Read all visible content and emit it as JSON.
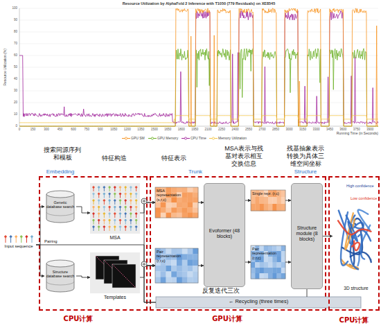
{
  "diagram": {
    "nodes": [
      {
        "text": [
          "Input sequence"
        ]
      },
      {
        "text": [
          "CPU计算"
        ]
      },
      {
        "text": [
          "Genetic database search"
        ],
        "in": 1
      },
      {
        "text": [
          "MSA"
        ],
        "in": 1
      },
      {
        "text": [
          "Structure database search"
        ],
        "in": 1
      },
      {
        "text": [
          "Templates"
        ],
        "in": 1
      },
      {
        "text": [
          "GPU计算"
        ]
      },
      {
        "text": [
          "MSA representation (s,r,c)"
        ],
        "in": 6
      },
      {
        "text": [
          "Pair representation (r,r,c)"
        ],
        "in": 6
      },
      {
        "text": [
          "Evoformer (48 blocks)"
        ],
        "in": 6
      },
      {
        "text": [
          "Single repr. (r,c)"
        ],
        "in": 6
      },
      {
        "text": [
          "Pair representation (r,r,c)"
        ],
        "in": 6
      },
      {
        "text": [
          "Structure module (8 blocks)"
        ],
        "in": 6
      },
      {
        "text": [
          "← Recycling (three times)"
        ]
      },
      {
        "text": [
          "CPU计算"
        ]
      },
      {
        "text": [
          "3D structure"
        ],
        "in": 14
      }
    ],
    "edges": [
      {
        "from": 0,
        "to": 2,
        "arrow": "to"
      },
      {
        "from": 0,
        "to": 4,
        "arrow": "to"
      },
      {
        "from": 0,
        "to": 8,
        "label": "Pairing",
        "arrow": "to"
      },
      {
        "from": 2,
        "to": 3,
        "arrow": "to"
      },
      {
        "from": 4,
        "to": 5,
        "arrow": "to"
      },
      {
        "from": 3,
        "to": 7,
        "arrow": "to"
      },
      {
        "from": 5,
        "to": 8,
        "arrow": "to"
      },
      {
        "from": 7,
        "to": 9,
        "arrow": "to"
      },
      {
        "from": 8,
        "to": 9,
        "arrow": "to"
      },
      {
        "from": 9,
        "to": 10,
        "arrow": "to"
      },
      {
        "from": 9,
        "to": 11,
        "arrow": "to"
      },
      {
        "from": 10,
        "to": 12,
        "arrow": "to"
      },
      {
        "from": 11,
        "to": 12,
        "arrow": "to"
      },
      {
        "from": 12,
        "to": 15,
        "arrow": "to"
      },
      {
        "from": 12,
        "to": 13,
        "arrow": "none"
      },
      {
        "from": 13,
        "to": 7,
        "arrow": "to"
      },
      {
        "from": 13,
        "to": 8,
        "arrow": "to"
      }
    ],
    "labels": [
      "Resource Utilization by AlphaFold 2 Inference with T1050 (779 Residuals) on XE8545",
      "Resource Utilization (%)",
      "0",
      "10",
      "20",
      "30",
      "40",
      "50",
      "60",
      "70",
      "80",
      "90",
      "100",
      "0",
      "150",
      "300",
      "450",
      "600",
      "750",
      "900",
      "1050",
      "1200",
      "1350",
      "1500",
      "1650",
      "1800",
      "1950",
      "2100",
      "2250",
      "2400",
      "2550",
      "2700",
      "2850",
      "3000",
      "3150",
      "3300",
      "3450",
      "3600",
      "3750",
      "3900",
      "Running Time (in Seconds)",
      "搜索同源序列和模板",
      "特征构造",
      "特征表示",
      "MSA表示与残基对表示相互交换信息",
      "残基抽象表示转换为具体三维空间坐标",
      "Embedding",
      "Trunk",
      "Structure",
      "反复迭代三次",
      "High confidence",
      "Low confidence"
    ],
    "legend": [
      {
        "text": "GPU SM"
      },
      {
        "text": "GPU Memory"
      },
      {
        "text": "CPU Time"
      },
      {
        "text": "Memory Utilization"
      }
    ]
  }
}
